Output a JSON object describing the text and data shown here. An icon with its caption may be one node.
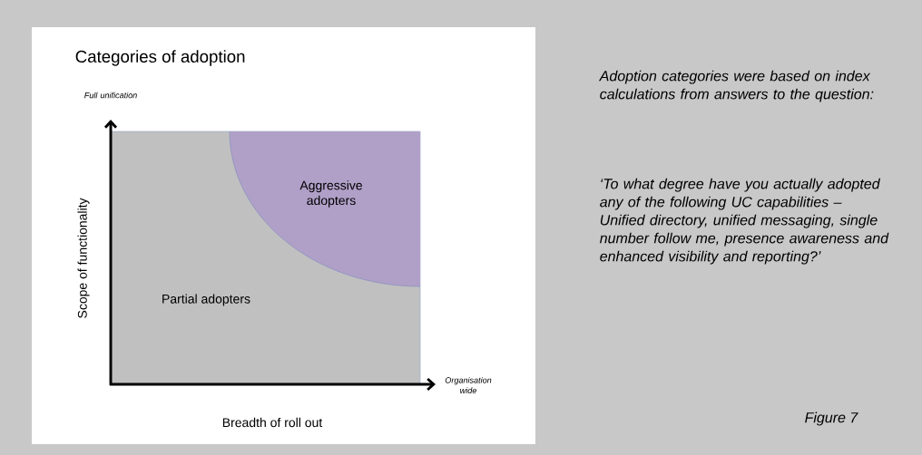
{
  "diagram": {
    "title": "Categories of adoption",
    "caption": "Figure 7",
    "nodes": [
      {
        "text": [
          "Partial adopters"
        ]
      },
      {
        "text": [
          "Aggressive adopters"
        ],
        "in": 0
      }
    ],
    "labels": [
      "Full unification",
      "Scope of functionality",
      "Organisation wide",
      "Breadth of roll out",
      "Adoption categories were based on index calculations from answers  to the question:",
      "‘To what degree have you actually adopted any of the following UC capabilities  – Unified directory, unified messaging, single number follow me, presence awareness and enhanced visibility and reporting?’"
    ]
  }
}
